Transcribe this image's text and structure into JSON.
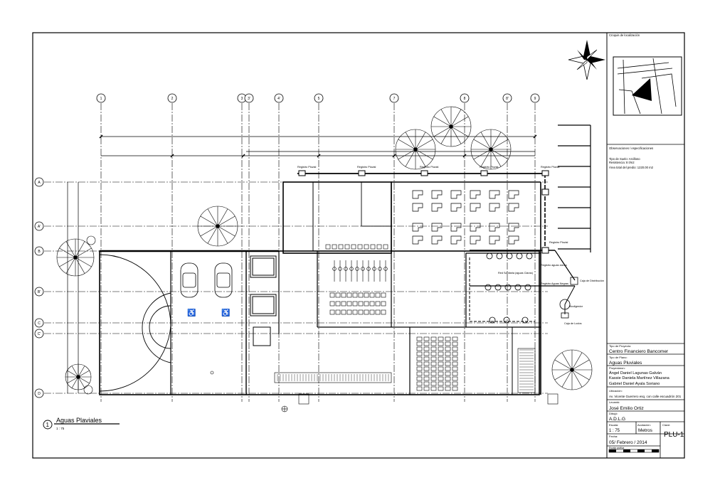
{
  "grid": {
    "columns": [
      "1",
      "2",
      "3",
      "3'",
      "4'",
      "5",
      "7",
      "8",
      "8'",
      "9"
    ],
    "rows": [
      "A",
      "A'",
      "B",
      "B'",
      "C",
      "C'",
      "D"
    ]
  },
  "plan": {
    "downspout_label": "Registro Pluvial",
    "labels": {
      "registro_aguas_claras": "Registro aguas claras",
      "red_sanitaria": "Red Sanitaria (aguas Claras)",
      "registro_aguas_negras": "Registro Aguas Negras",
      "caja_distribucion": "Caja de Distribución",
      "biodigestor": "Biodigestor",
      "caja_lodos": "Caja de Lodos"
    }
  },
  "title_block": {
    "location_sketch_label": "Croquis de localización",
    "observations_label": "Observaciones / especificaciones",
    "soil_type": "Tipo de Suelo: Arcilloso",
    "resistance": "Resistencia: 8 t/m2",
    "total_area": "Área total del predio: 1220.00 m2",
    "project_type_label": "Tipo de Proyecto:",
    "project_type": "Centro Financiero Bancomer",
    "plan_type_label": "Tipo de Plano:",
    "plan_type": "Aguas Pluviales",
    "designers_label": "Proyectaron:",
    "designers": [
      "Ángel Daniel Lagunas Galván",
      "Kassie Daniela Martínez Villazana",
      "Gabriel Daniel Ayala Soriano"
    ],
    "location_label": "Ubicación:",
    "location": "Av. Vicente Guerrero esq. con calle escuadrón 201",
    "surveyed_label": "Levantó:",
    "surveyed": "José Emilio Ortiz",
    "drew_label": "Dibujó:",
    "drew": "A.D.L.G",
    "scale_label": "Escala:",
    "scale": "1 : 75",
    "units_label": "Acotación:",
    "units": "Metros",
    "key_label": "Clave:",
    "key": "PLU-1",
    "date_label": "Fecha:",
    "date": "05/ Febrero / 2014",
    "graphic_scale_label": "Escala gráfica"
  },
  "view_title": {
    "number": "1",
    "name": "Aguas Plaviales",
    "scale": "1 : 75"
  }
}
